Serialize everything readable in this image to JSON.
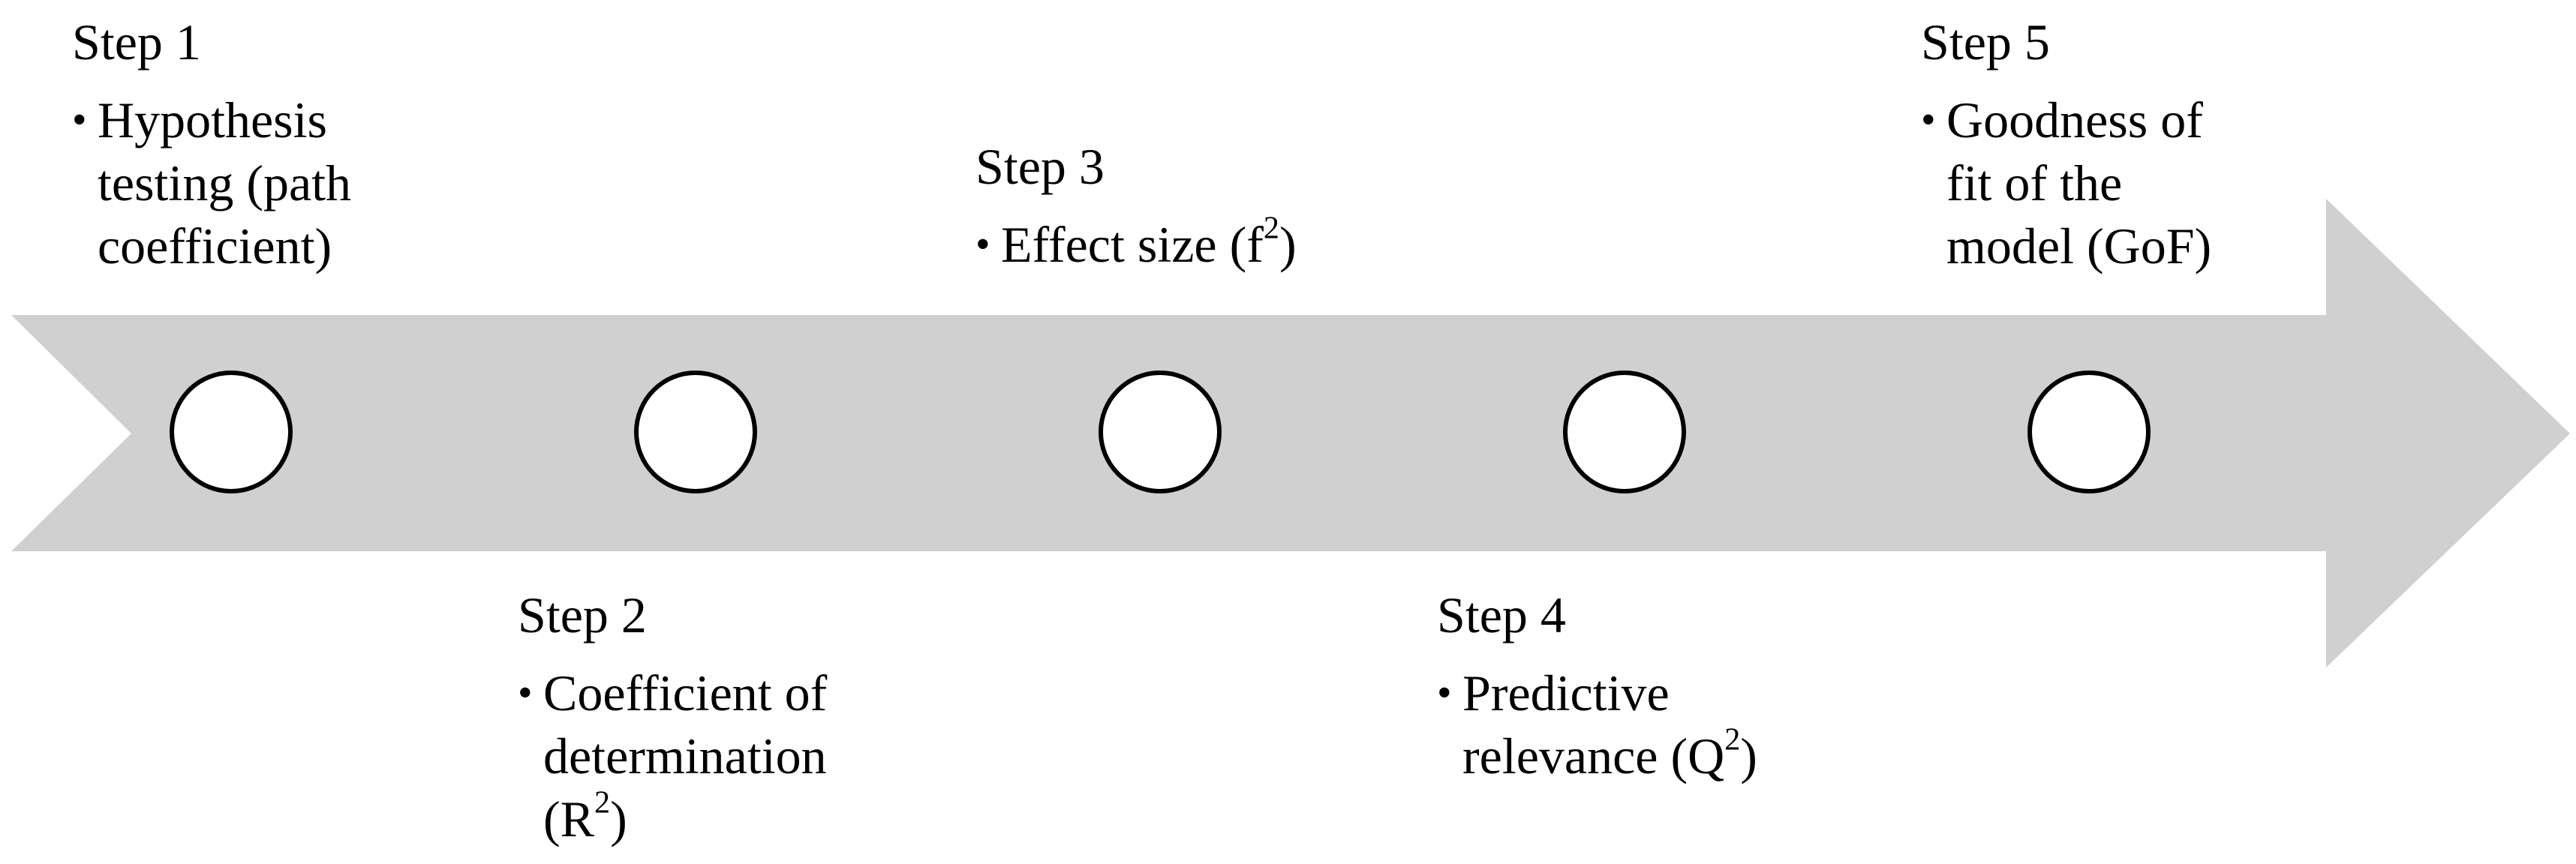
{
  "colors": {
    "arrow_fill": "#d0d0d0",
    "circle_fill": "#ffffff",
    "circle_stroke": "#000000",
    "text": "#000000"
  },
  "steps": [
    {
      "title": "Step 1",
      "bullet": "Hypothesis\ntesting (path\ncoefficient)",
      "superscript": "",
      "suffix": ""
    },
    {
      "title": "Step 2",
      "bullet": "Coefficient of\ndetermination\n(R",
      "superscript": "2",
      "suffix": ")"
    },
    {
      "title": "Step 3",
      "bullet": "Effect size (f",
      "superscript": "2",
      "suffix": ")"
    },
    {
      "title": "Step 4",
      "bullet": "Predictive\nrelevance (Q",
      "superscript": "2",
      "suffix": ")"
    },
    {
      "title": "Step 5",
      "bullet": "Goodness of\nfit of the\nmodel (GoF)",
      "superscript": "",
      "suffix": ""
    }
  ]
}
